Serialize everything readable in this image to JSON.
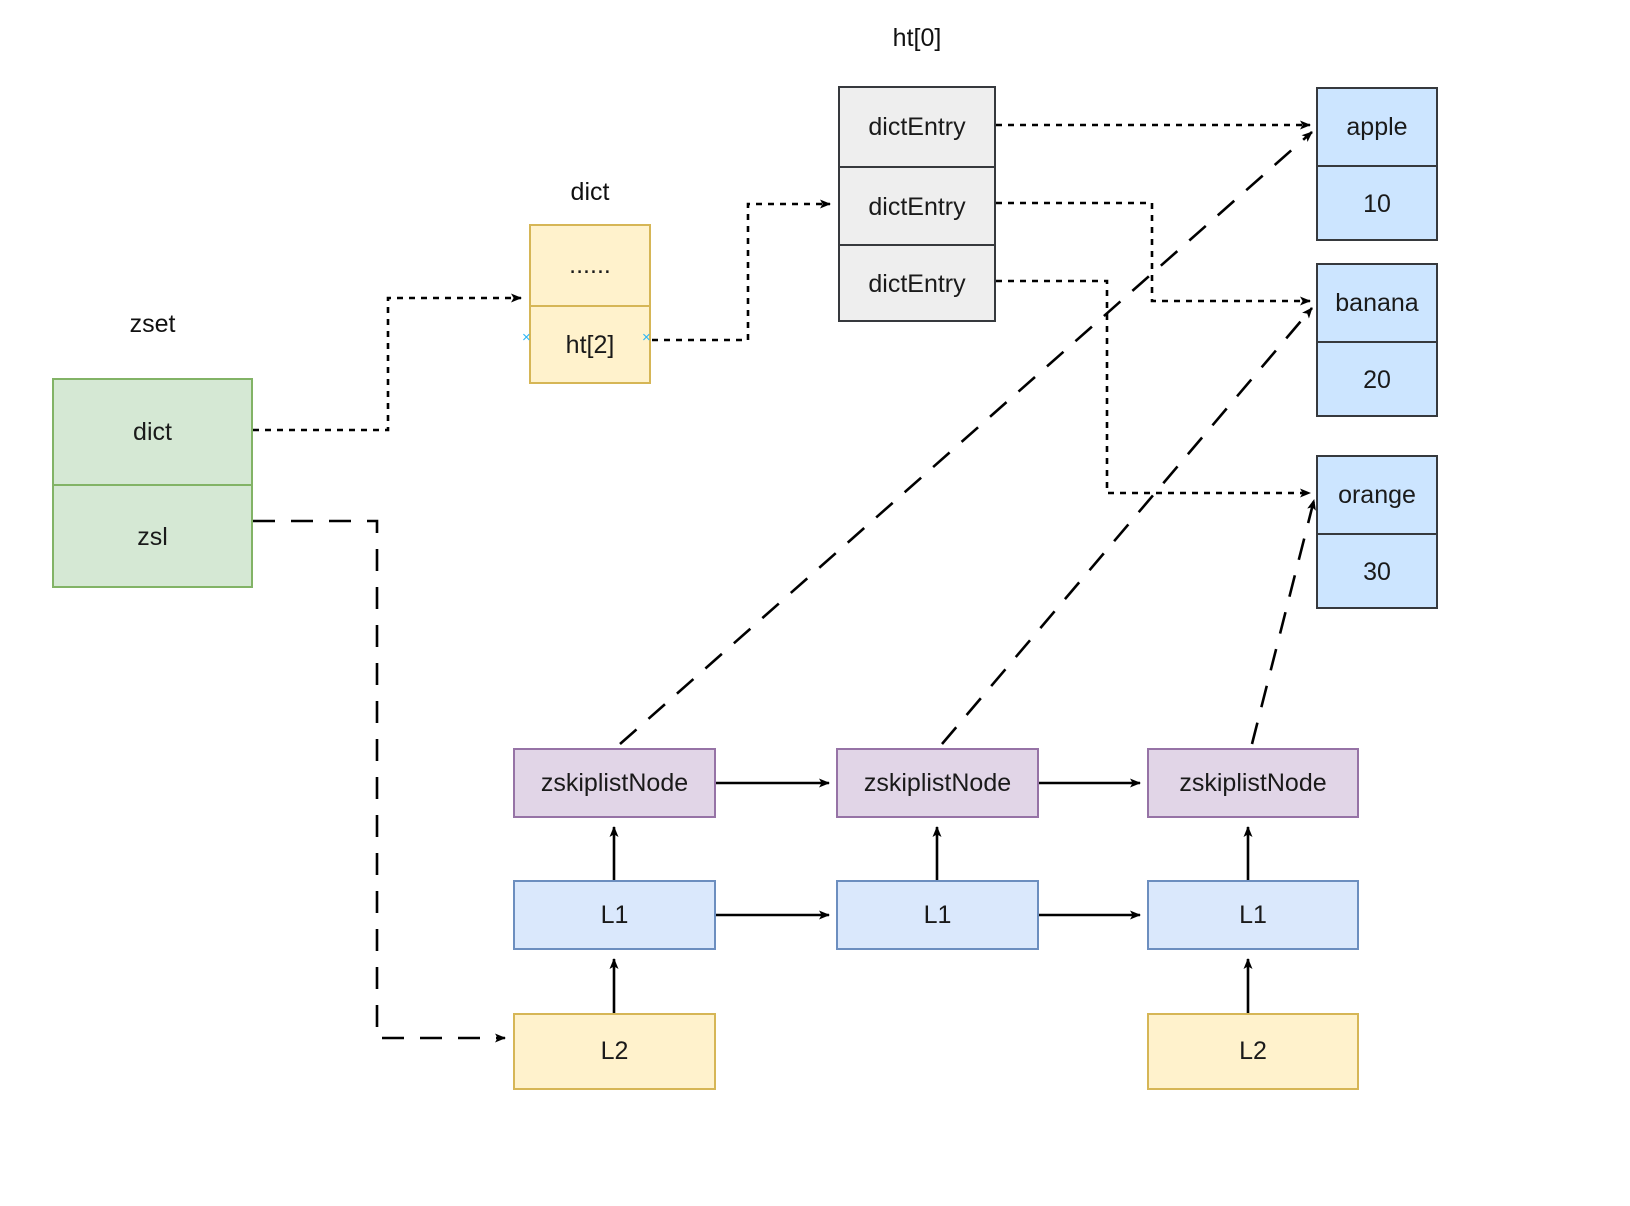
{
  "diagram": {
    "title_zset": "zset",
    "title_dict": "dict",
    "title_ht0": "ht[0]"
  },
  "zset": {
    "label": "zset",
    "fields": [
      {
        "name": "dict",
        "label": "dict"
      },
      {
        "name": "zsl",
        "label": "zsl"
      }
    ],
    "color": "#d5e8d4",
    "border": "#82b366"
  },
  "dict": {
    "label": "dict",
    "fields": [
      {
        "name": "ellipsis",
        "label": "......"
      },
      {
        "name": "ht2",
        "label": "ht[2]"
      }
    ],
    "anchor_glyph": "×",
    "color": "#fff2cc",
    "border": "#d6b656"
  },
  "ht0": {
    "label": "ht[0]",
    "entries": [
      {
        "label": "dictEntry"
      },
      {
        "label": "dictEntry"
      },
      {
        "label": "dictEntry"
      }
    ],
    "color": "#eeeeee",
    "border": "#36393d"
  },
  "members": [
    {
      "member": "apple",
      "score": "10"
    },
    {
      "member": "banana",
      "score": "20"
    },
    {
      "member": "orange",
      "score": "30"
    }
  ],
  "members_color": "#cce5ff",
  "members_border": "#36393d",
  "skiplist": {
    "nodes": [
      {
        "label": "zskiplistNode"
      },
      {
        "label": "zskiplistNode"
      },
      {
        "label": "zskiplistNode"
      }
    ],
    "level1": [
      {
        "label": "L1"
      },
      {
        "label": "L1"
      },
      {
        "label": "L1"
      }
    ],
    "level2": [
      {
        "label": "L2"
      },
      {
        "label": "L2"
      }
    ],
    "node_color": "#e1d5e7",
    "node_border": "#9673a6",
    "l1_color": "#dae8fc",
    "l1_border": "#6c8ebf",
    "l2_color": "#fff2cc",
    "l2_border": "#d6b656"
  }
}
